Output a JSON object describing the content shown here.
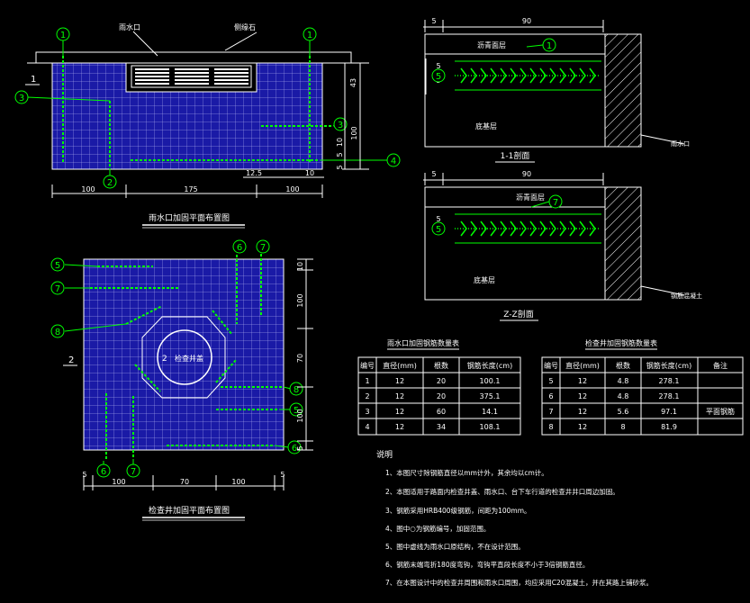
{
  "plan1": {
    "title": "雨水口加固平面布置图",
    "label_inlet": "雨水口",
    "label_curb": "侧缘石",
    "section1_mark": "1",
    "section2_mark": "2",
    "dims_bottom": [
      "100",
      "175",
      "100"
    ],
    "dims_bottom_small": [
      "12.5",
      "10"
    ],
    "dims_right": [
      "43",
      "100",
      "10",
      "5",
      "5"
    ]
  },
  "plan2": {
    "title": "检查井加固平面布置图",
    "manhole_label": "检查井盖",
    "manhole_mark": "2",
    "section_mark": "2",
    "dims_bottom": [
      "100",
      "70",
      "100"
    ],
    "dims_bottom_small": [
      "5",
      "5"
    ],
    "dims_right": [
      "10",
      "100",
      "70",
      "100",
      "5"
    ]
  },
  "section11": {
    "title": "1-1剖面",
    "top_dims": [
      "5",
      "90"
    ],
    "left_dims": [
      "5",
      "5"
    ],
    "label_top": "沥青面层",
    "label_base": "底基层",
    "label_side": "雨水口"
  },
  "section22": {
    "title": "Z-Z剖面",
    "top_dims": [
      "5",
      "90"
    ],
    "left_dims": [
      "5"
    ],
    "label_top": "沥青面层",
    "label_base": "底基层",
    "label_side": "钢筋混凝土"
  },
  "table1": {
    "title": "雨水口加固钢筋数量表",
    "headers": [
      "编号",
      "直径(mm)",
      "根数",
      "钢筋长度(cm)"
    ],
    "rows": [
      [
        "1",
        "12",
        "20",
        "100.1"
      ],
      [
        "2",
        "12",
        "20",
        "375.1"
      ],
      [
        "3",
        "12",
        "60",
        "14.1"
      ],
      [
        "4",
        "12",
        "34",
        "108.1"
      ]
    ]
  },
  "table2": {
    "title": "检查井加固钢筋数量表",
    "headers": [
      "编号",
      "直径(mm)",
      "根数",
      "钢筋长度(cm)",
      "备注"
    ],
    "rows": [
      [
        "5",
        "12",
        "4.8",
        "278.1",
        ""
      ],
      [
        "6",
        "12",
        "4.8",
        "278.1",
        ""
      ],
      [
        "7",
        "12",
        "5.6",
        "97.1",
        "平面钢筋"
      ],
      [
        "8",
        "12",
        "8",
        "81.9",
        ""
      ]
    ]
  },
  "notes": {
    "heading": "说明",
    "items": [
      "1、本图尺寸除钢筋直径以mm计外，其余均以cm计。",
      "2、本图适用于路面内检查井盖、雨水口、台下车行道的检查井井口周边加固。",
      "3、钢筋采用HRB400级钢筋，间距为100mm。",
      "4、图中○为钢筋编号，加固范围。",
      "5、图中虚线为雨水口原结构，不在设计范围。",
      "6、钢筋末端弯折180度弯钩，弯钩平直段长度不小于3倍钢筋直径。",
      "7、在本图设计中的检查井周围和雨水口周围，均应采用C20混凝土，并在其路上铺砂浆。"
    ]
  },
  "colors": {
    "background": "#000000",
    "mesh_fill": "#1a1aa6",
    "grid": "#ffffff",
    "rebar": "#00ff00",
    "lines": "#ffffff"
  }
}
